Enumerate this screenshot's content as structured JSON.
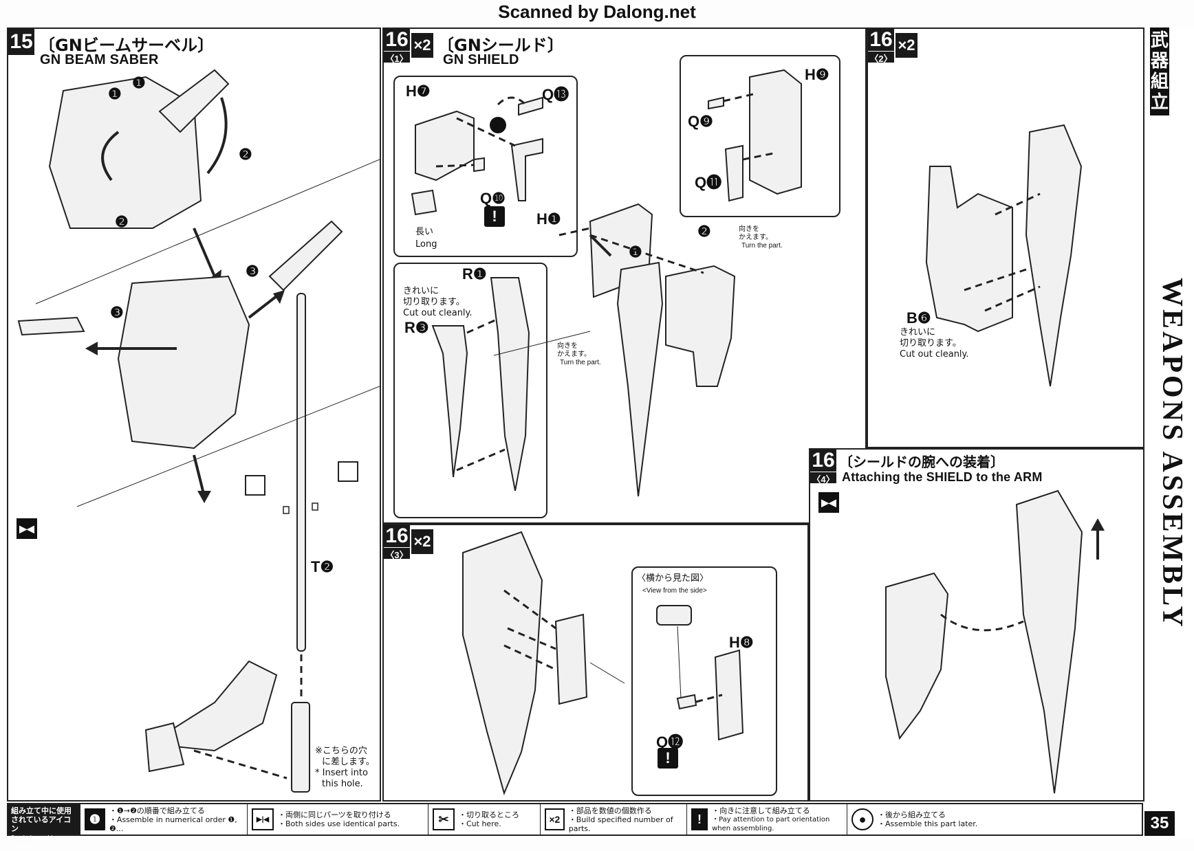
{
  "watermark": "Scanned by Dalong.net",
  "step15": {
    "number": "15",
    "title_jp": "〔GNビームサーベル〕",
    "title_en": "GN BEAM SABER",
    "part_t": "T❷",
    "markers": [
      "❶",
      "❶",
      "❷",
      "❷",
      "❸",
      "❸"
    ],
    "note_jp_1": "※こちらの穴",
    "note_jp_2": "に差します。",
    "note_en_1": "* Insert into",
    "note_en_2": "this hole."
  },
  "step16_1": {
    "number": "16",
    "sub": "〈1〉",
    "multiplier": "×2",
    "title_jp": "〔GNシールド〕",
    "title_en": "GN SHIELD",
    "parts": {
      "h7": "H❼",
      "q13": "Q⓭",
      "q10": "Q❿",
      "h1": "H❶",
      "h9": "H❾",
      "q9": "Q❾",
      "q11": "Q⓫",
      "r1": "R❶",
      "r3": "R❸"
    },
    "long_jp": "長い",
    "long_en": "Long",
    "cut_jp_1": "きれいに",
    "cut_jp_2": "切り取ります。",
    "cut_en": "Cut out cleanly.",
    "turn_jp_1": "向きを",
    "turn_jp_2": "かえます。",
    "turn_en": "Turn the part.",
    "markers": [
      "❷",
      "❶"
    ]
  },
  "step16_2": {
    "number": "16",
    "sub": "〈2〉",
    "multiplier": "×2",
    "part_b6": "B❻",
    "cut_jp_1": "きれいに",
    "cut_jp_2": "切り取ります。",
    "cut_en": "Cut out cleanly."
  },
  "step16_3": {
    "number": "16",
    "sub": "〈3〉",
    "multiplier": "×2",
    "view_jp": "〈横から見た図〉",
    "view_en": "<View from the side>",
    "part_h8": "H❽",
    "part_q12": "Q⓬"
  },
  "step16_4": {
    "number": "16",
    "sub": "〈4〉",
    "title_jp": "〔シールドの腕への装着〕",
    "title_en": "Attaching the SHIELD to the ARM"
  },
  "sidebar": {
    "jp": "武器組立",
    "en": "WEAPONS ASSEMBLY",
    "page": "35"
  },
  "legend": {
    "title_jp_1": "組み立て中に使用",
    "title_jp_2": "されているアイコン",
    "title_en": "Symbols used in instructions",
    "items": [
      {
        "icon": "❶",
        "jp": "・❶→❷の順番で組み立てる",
        "en": "・Assemble in numerical order ❶, ❷..."
      },
      {
        "icon": "▶|◀",
        "jp": "・両側に同じパーツを取り付ける",
        "en": "・Both sides use identical parts."
      },
      {
        "icon": "✂",
        "jp": "・切り取るところ",
        "en": "・Cut here."
      },
      {
        "icon": "×2",
        "jp": "・部品を数値の個数作る",
        "en": "・Build specified number of parts."
      },
      {
        "icon": "!",
        "jp": "・向きに注意して組み立てる",
        "en": "・Pay attention to part orientation when assembling."
      },
      {
        "icon": "●",
        "jp": "・後から組み立てる",
        "en": "・Assemble this part later."
      }
    ]
  }
}
